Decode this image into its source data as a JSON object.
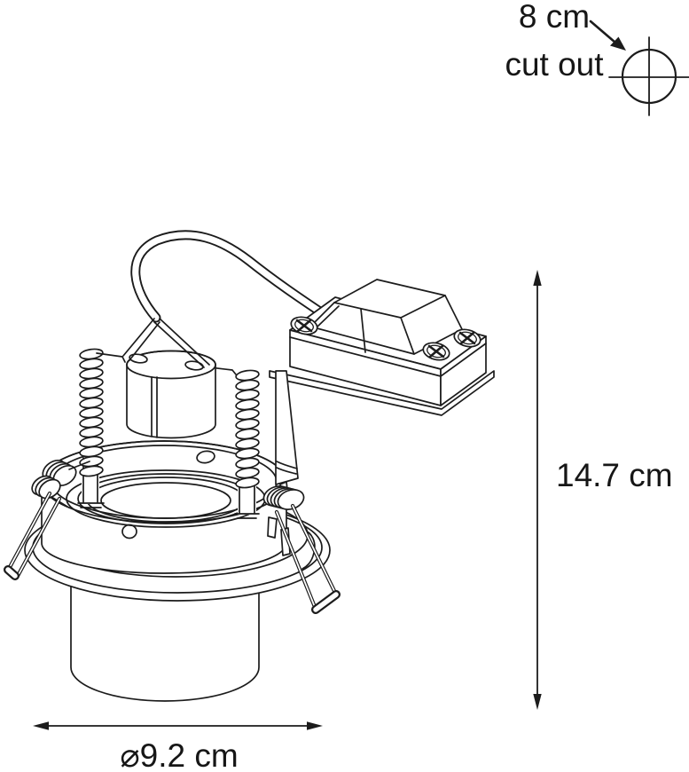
{
  "page": {
    "background": "#ffffff",
    "line_color": "#1c1c1c",
    "text_color": "#161616"
  },
  "annotations": {
    "cutout_size_label": "8 cm",
    "cutout_text": "cut out",
    "height_label": "14.7 cm",
    "diameter_label": "⌀9.2 cm"
  },
  "diagram": {
    "subject": "recessed spotlight fixture technical line drawing with dimensions",
    "parts": [
      "supply cable",
      "lamp holder",
      "hanger wire",
      "coil springs",
      "transformer box",
      "mounting flange",
      "mounting strap",
      "mounting can",
      "inner gimbal rings",
      "spring clips",
      "trim bezel",
      "recessed housing tube",
      "cut-out crosshair symbol"
    ]
  }
}
